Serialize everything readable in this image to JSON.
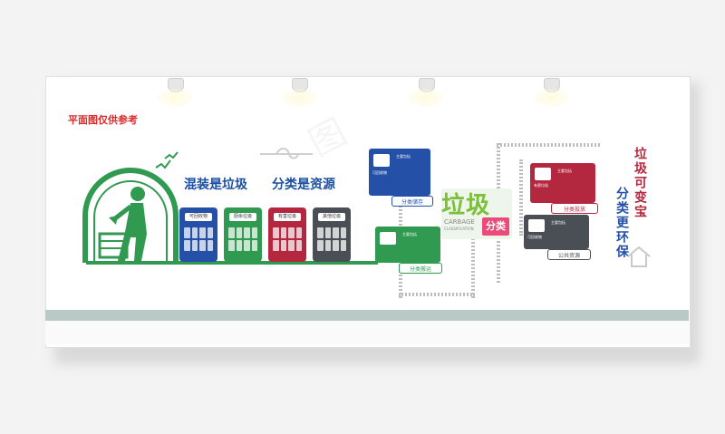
{
  "note": "平面图仅供参考",
  "slogans": {
    "left": "混装是垃圾",
    "right": "分类是资源"
  },
  "bins": [
    {
      "label": "可回收物",
      "color": "#2450a8"
    },
    {
      "label": "厨余垃圾",
      "color": "#2f9a50"
    },
    {
      "label": "有害垃圾",
      "color": "#b3273f"
    },
    {
      "label": "其他垃圾",
      "color": "#4a4f55"
    }
  ],
  "title_block": {
    "main": "垃圾",
    "english": "CARBAGE",
    "sub_english": "CLASSIFICATION",
    "badge": "分类"
  },
  "cards": {
    "storage": {
      "heading": "主要包括",
      "caption": "分类储存",
      "icon_label": "可回收物"
    },
    "transport": {
      "heading": "主要包括",
      "caption": "分类搬运"
    },
    "delivery": {
      "heading": "主要包括",
      "caption": "分类投放",
      "icon_label": "有害垃圾"
    },
    "shared": {
      "heading": "主要包括",
      "caption": "公共资源",
      "icon_label": "可回收物"
    }
  },
  "right_slogans": {
    "a": "垃圾可变宝",
    "b": "分类更环保"
  },
  "colors": {
    "green": "#2f9a50",
    "blue": "#2450a8",
    "red": "#b3273f",
    "dark": "#4a4f55"
  }
}
